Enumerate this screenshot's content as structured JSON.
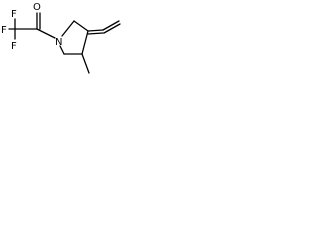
{
  "molecule": {
    "atoms": {
      "fluorine": "F",
      "oxygen": "O",
      "nitrogen": "N"
    },
    "colors": {
      "background": "#ffffff",
      "ink": "#000000"
    }
  }
}
